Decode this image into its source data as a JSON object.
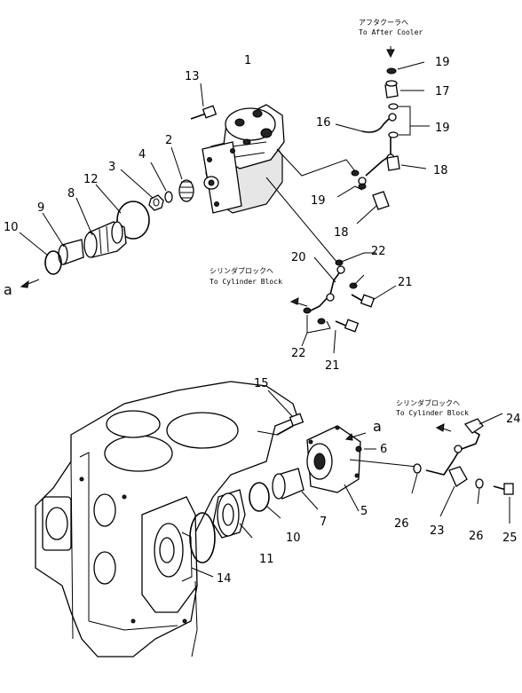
{
  "callouts": {
    "p1": "1",
    "p2": "2",
    "p3": "3",
    "p4": "4",
    "p5": "5",
    "p6": "6",
    "p7": "7",
    "p8": "8",
    "p9": "9",
    "p10_top": "10",
    "p10_bottom": "10",
    "p11": "11",
    "p12": "12",
    "p13": "13",
    "p14": "14",
    "p15": "15",
    "p16": "16",
    "p17": "17",
    "p18_a": "18",
    "p18_b": "18",
    "p19_a": "19",
    "p19_b": "19",
    "p19_c": "19",
    "p20": "20",
    "p21_a": "21",
    "p21_b": "21",
    "p22_a": "22",
    "p22_b": "22",
    "p23": "23",
    "p24": "24",
    "p25": "25",
    "p26_a": "26",
    "p26_b": "26"
  },
  "refs": {
    "a_left": "a",
    "a_right": "a"
  },
  "notes": {
    "after_cooler_jp": "アフタクーラヘ",
    "after_cooler_en": "To After Cooler",
    "cyl_block_jp_1": "シリンダブロックヘ",
    "cyl_block_en_1": "To Cylinder Block",
    "cyl_block_jp_2": "シリンダブロックヘ",
    "cyl_block_en_2": "To Cylinder Block"
  },
  "colors": {
    "ink": "#000000",
    "paper": "#ffffff"
  }
}
